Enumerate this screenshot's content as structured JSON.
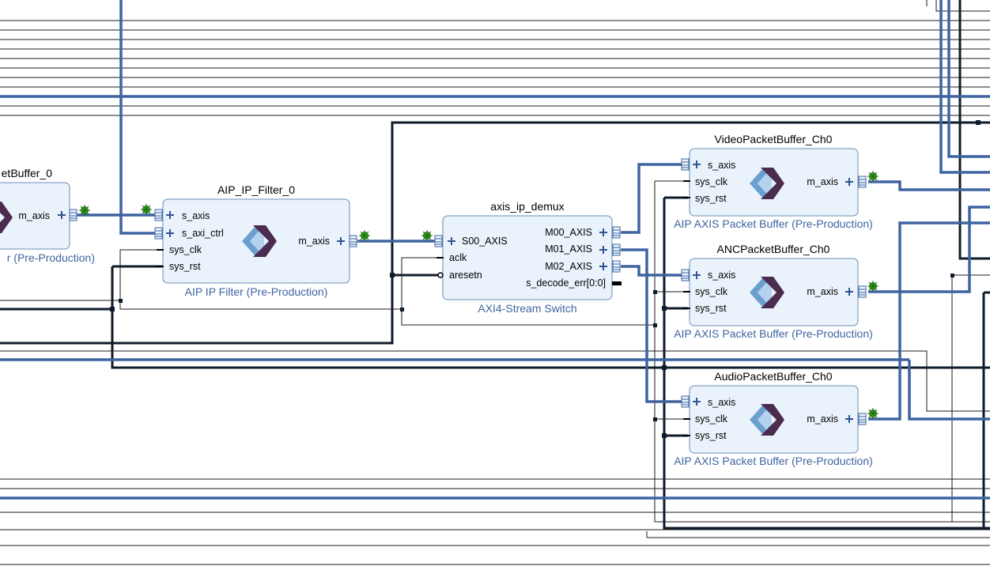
{
  "blocks": {
    "pkt_buffer_0": {
      "title": "etBuffer_0",
      "subtitle": "r (Pre-Production)",
      "ports_right": [
        "m_axis"
      ]
    },
    "ip_filter": {
      "title": "AIP_IP_Filter_0",
      "subtitle": "AIP IP Filter (Pre-Production)",
      "ports_left": [
        "s_axis",
        "s_axi_ctrl",
        "sys_clk",
        "sys_rst"
      ],
      "ports_right": [
        "m_axis"
      ]
    },
    "demux": {
      "title": "axis_ip_demux",
      "subtitle": "AXI4-Stream Switch",
      "ports_left": [
        "S00_AXIS",
        "aclk",
        "aresetn"
      ],
      "ports_right": [
        "M00_AXIS",
        "M01_AXIS",
        "M02_AXIS",
        "s_decode_err[0:0]"
      ]
    },
    "video": {
      "title": "VideoPacketBuffer_Ch0",
      "subtitle": "AIP AXIS Packet Buffer (Pre-Production)",
      "ports_left": [
        "s_axis",
        "sys_clk",
        "sys_rst"
      ],
      "ports_right": [
        "m_axis"
      ]
    },
    "anc": {
      "title": "ANCPacketBuffer_Ch0",
      "subtitle": "AIP AXIS Packet Buffer (Pre-Production)",
      "ports_left": [
        "s_axis",
        "sys_clk",
        "sys_rst"
      ],
      "ports_right": [
        "m_axis"
      ]
    },
    "audio": {
      "title": "AudioPacketBuffer_Ch0",
      "subtitle": "AIP AXIS Packet Buffer (Pre-Production)",
      "ports_left": [
        "s_axis",
        "sys_clk",
        "sys_rst"
      ],
      "ports_right": [
        "m_axis"
      ]
    }
  },
  "colors": {
    "bus": "#3e64a0",
    "wire": "#1b1b1b",
    "block_fill": "#eaf3fb",
    "block_border": "#6a8cb8",
    "subtitle": "#3e64a0",
    "logo_light": "#6a9fd0",
    "logo_dark": "#4a2c4e",
    "debug_icon": "#38b020"
  }
}
